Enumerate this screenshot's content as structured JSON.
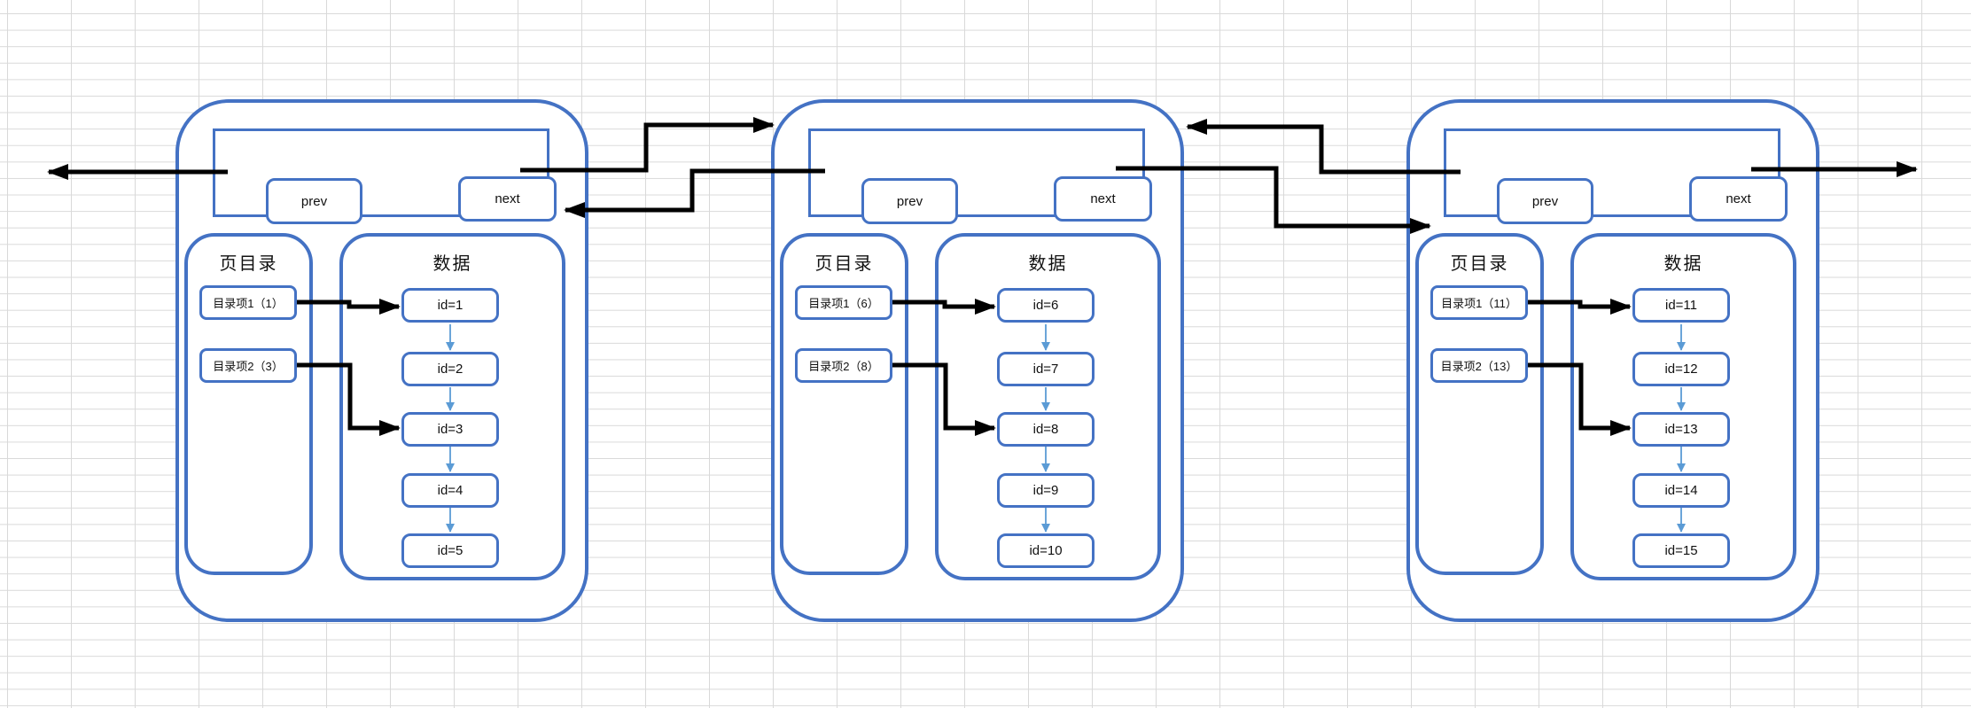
{
  "diagram": {
    "colors": {
      "shape_border": "#4472C4",
      "record_arrow": "#5B9BD5",
      "connector": "#000000",
      "grid_line": "#D9D9D9",
      "shape_fill": "#FFFFFF"
    },
    "pages": [
      {
        "id": "page-1",
        "header": {
          "prev_label": "prev",
          "next_label": "next"
        },
        "directory": {
          "title": "页目录",
          "items": [
            {
              "label": "目录项1（1）",
              "points_to": "id=1"
            },
            {
              "label": "目录项2（3）",
              "points_to": "id=3"
            }
          ]
        },
        "data": {
          "title": "数据",
          "records": [
            "id=1",
            "id=2",
            "id=3",
            "id=4",
            "id=5"
          ]
        }
      },
      {
        "id": "page-2",
        "header": {
          "prev_label": "prev",
          "next_label": "next"
        },
        "directory": {
          "title": "页目录",
          "items": [
            {
              "label": "目录项1（6）",
              "points_to": "id=6"
            },
            {
              "label": "目录项2（8）",
              "points_to": "id=8"
            }
          ]
        },
        "data": {
          "title": "数据",
          "records": [
            "id=6",
            "id=7",
            "id=8",
            "id=9",
            "id=10"
          ]
        }
      },
      {
        "id": "page-3",
        "header": {
          "prev_label": "prev",
          "next_label": "next"
        },
        "directory": {
          "title": "页目录",
          "items": [
            {
              "label": "目录项1（11）",
              "points_to": "id=11"
            },
            {
              "label": "目录项2（13）",
              "points_to": "id=13"
            }
          ]
        },
        "data": {
          "title": "数据",
          "records": [
            "id=11",
            "id=12",
            "id=13",
            "id=14",
            "id=15"
          ]
        }
      }
    ],
    "links": [
      {
        "type": "prev",
        "from": "page-1",
        "to": "outside-left"
      },
      {
        "type": "next",
        "from": "page-1",
        "to": "page-2"
      },
      {
        "type": "prev",
        "from": "page-2",
        "to": "page-1"
      },
      {
        "type": "next",
        "from": "page-2",
        "to": "page-3"
      },
      {
        "type": "prev",
        "from": "page-3",
        "to": "page-2"
      },
      {
        "type": "next",
        "from": "page-3",
        "to": "outside-right"
      }
    ]
  }
}
